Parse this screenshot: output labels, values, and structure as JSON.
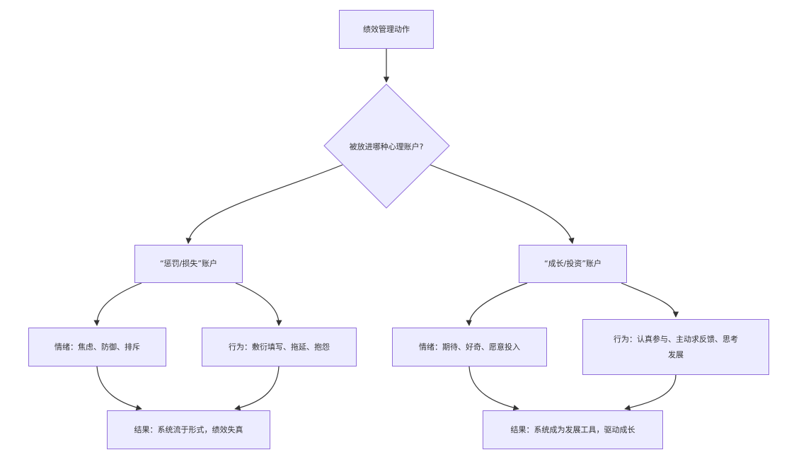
{
  "diagram": {
    "nodes": {
      "start": "绩效管理动作",
      "decision": "被放进哪种心理账户?",
      "punish": "“惩罚/损失”账户",
      "growth": "“成长/投资”账户",
      "punish_emotion": "情绪：焦虑、防御、排斥",
      "punish_behavior": "行为：敷衍填写、拖延、抱怨",
      "growth_emotion": "情绪：期待、好奇、愿意投入",
      "growth_behavior": "行为：认真参与、主动求反馈、思考\n发展",
      "punish_result": "结果：系统流于形式，绩效失真",
      "growth_result": "结果：系统成为发展工具，驱动成长"
    },
    "edges": [
      {
        "from": "start",
        "to": "decision"
      },
      {
        "from": "decision",
        "to": "punish"
      },
      {
        "from": "decision",
        "to": "growth"
      },
      {
        "from": "punish",
        "to": "punish_emotion"
      },
      {
        "from": "punish",
        "to": "punish_behavior"
      },
      {
        "from": "punish_emotion",
        "to": "punish_result"
      },
      {
        "from": "punish_behavior",
        "to": "punish_result"
      },
      {
        "from": "growth",
        "to": "growth_emotion"
      },
      {
        "from": "growth",
        "to": "growth_behavior"
      },
      {
        "from": "growth_emotion",
        "to": "growth_result"
      },
      {
        "from": "growth_behavior",
        "to": "growth_result"
      }
    ],
    "colors": {
      "node_fill": "#ececff",
      "node_stroke": "#9370db",
      "edge": "#333333",
      "text": "#333333"
    }
  }
}
